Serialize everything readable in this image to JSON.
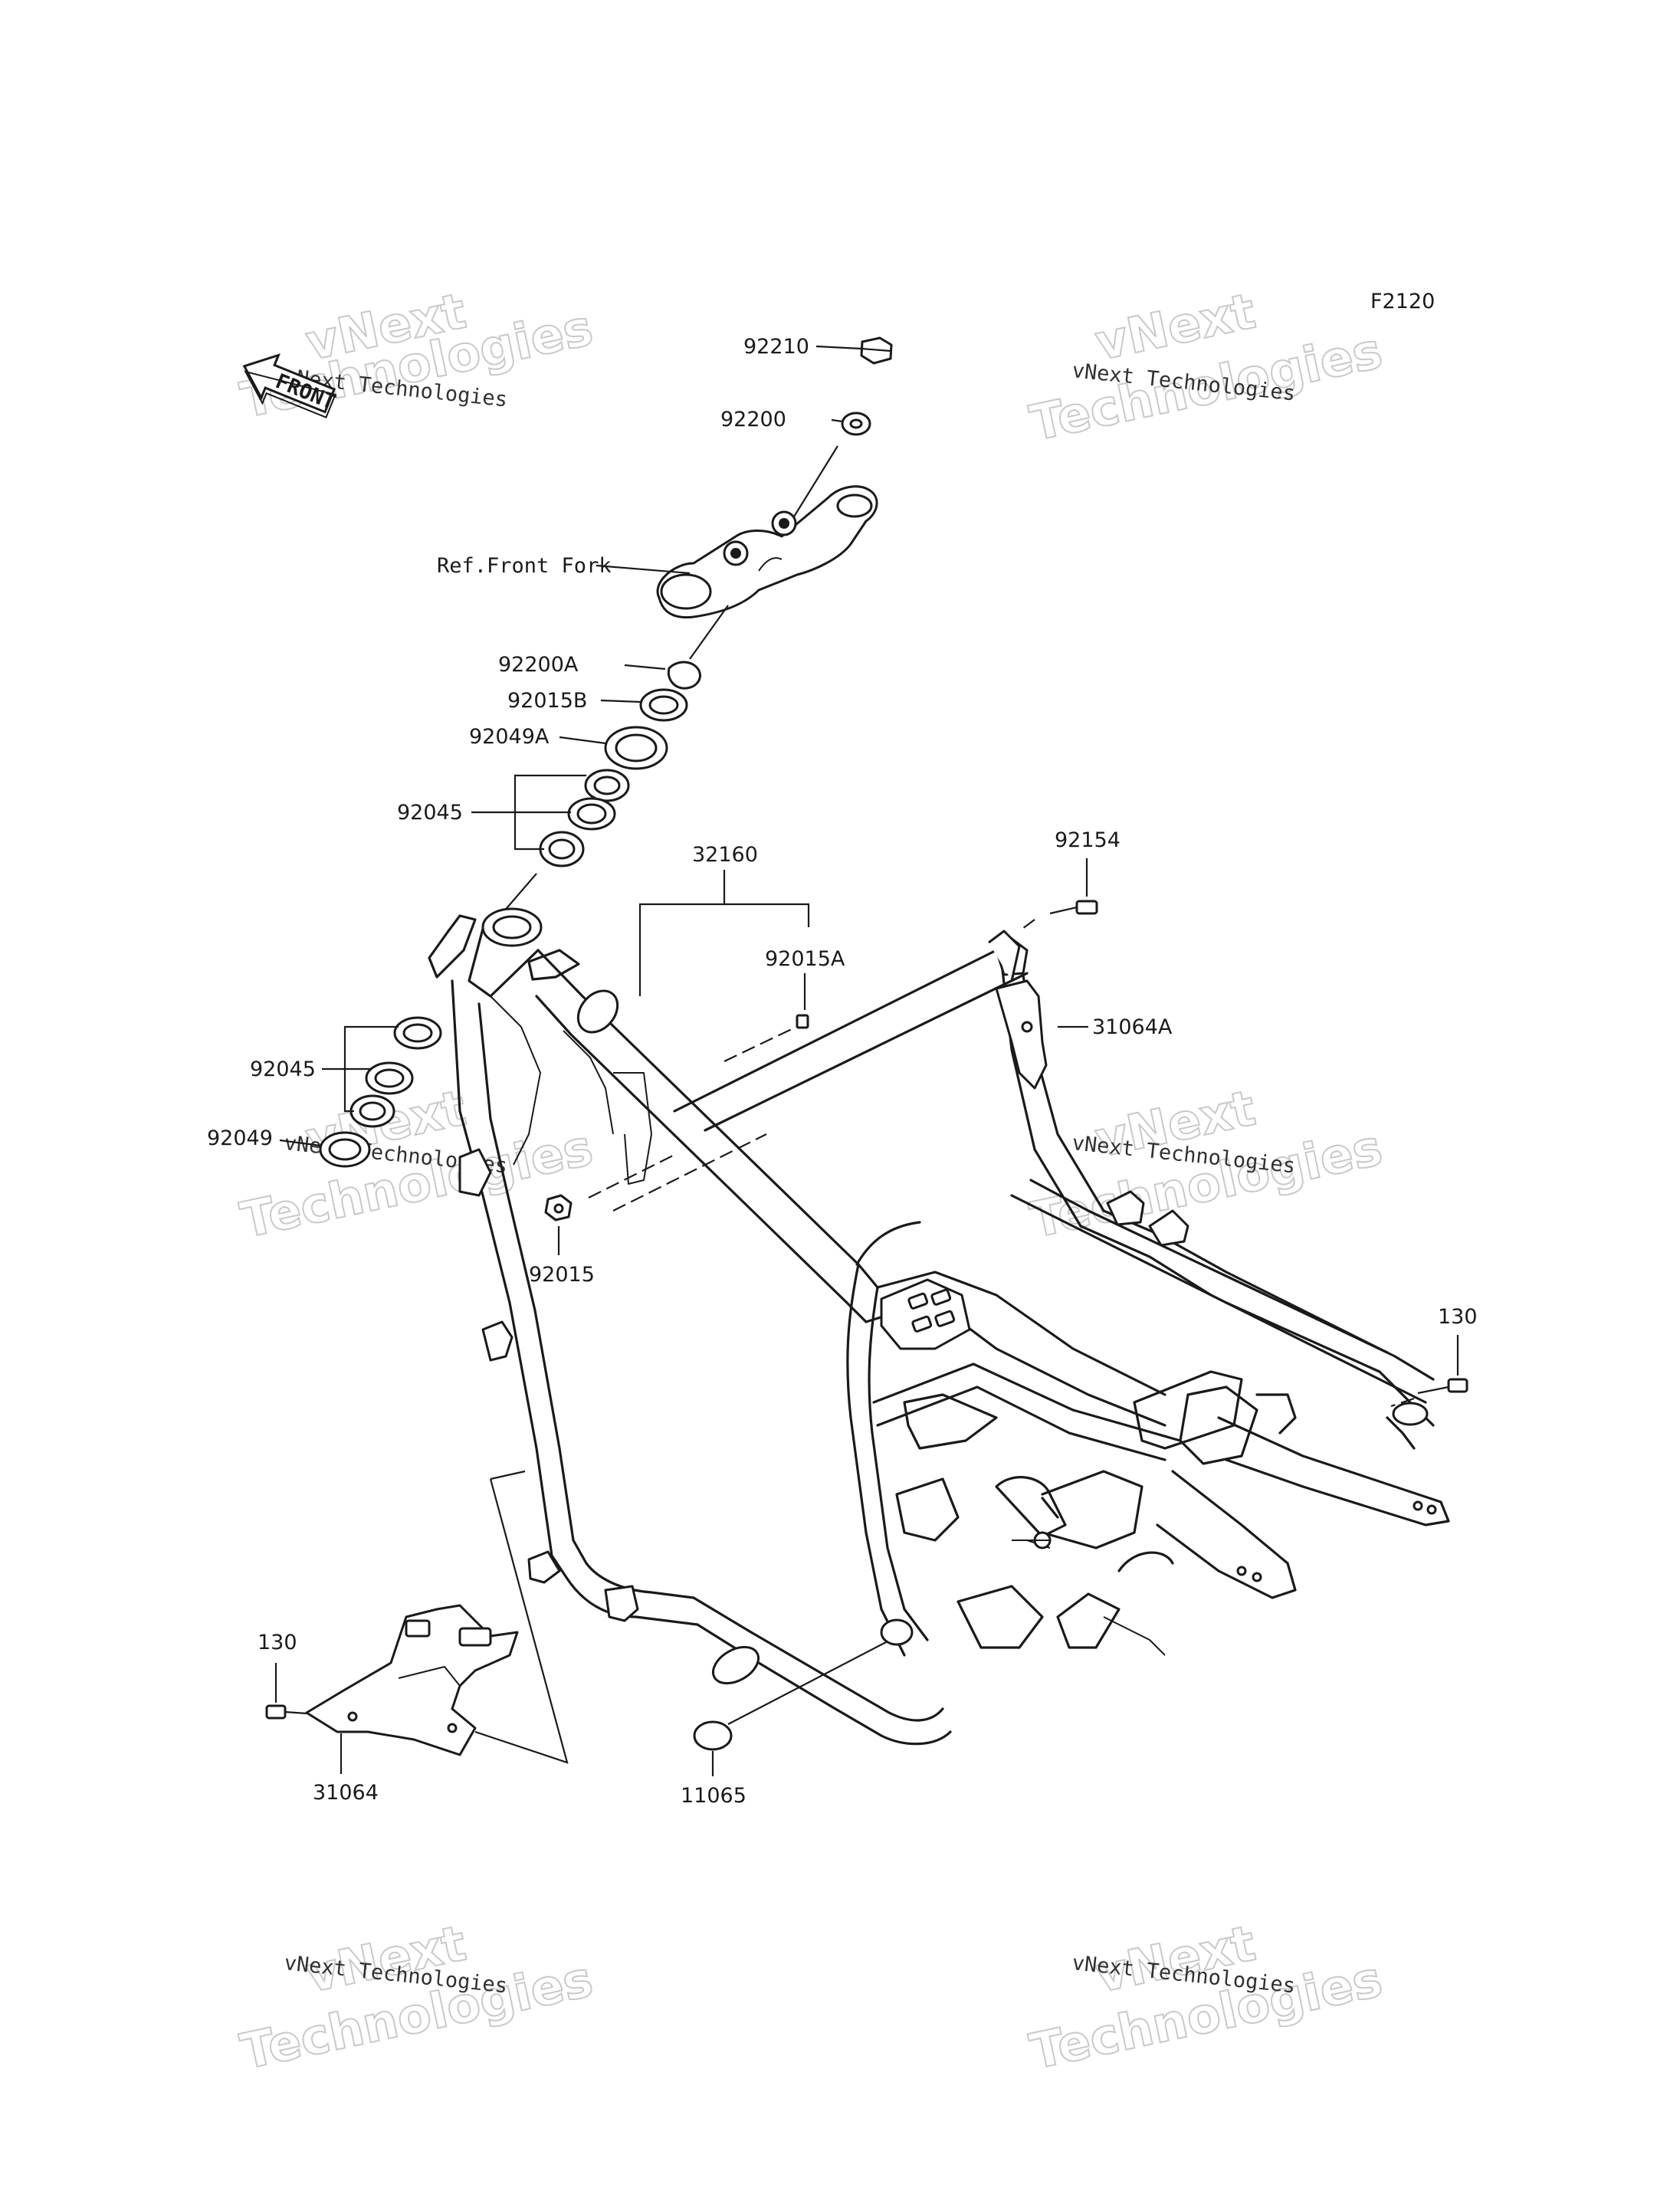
{
  "figure_code": "F2120",
  "front_badge": "FRONT",
  "reference_note": "Ref.Front Fork",
  "parts": {
    "p92210": "92210",
    "p92200": "92200",
    "p92200A": "92200A",
    "p92015B": "92015B",
    "p92049A": "92049A",
    "p92045_top": "92045",
    "p32160": "32160",
    "p92154": "92154",
    "p92015A": "92015A",
    "p31064A": "31064A",
    "p92045_bottom": "92045",
    "p92049": "92049",
    "p92015": "92015",
    "p130_right": "130",
    "p130_left": "130",
    "p31064": "31064",
    "p11065": "11065"
  },
  "watermark": {
    "line1": "vNext",
    "line2": "vNext Technologies",
    "line3": "Technologies"
  }
}
